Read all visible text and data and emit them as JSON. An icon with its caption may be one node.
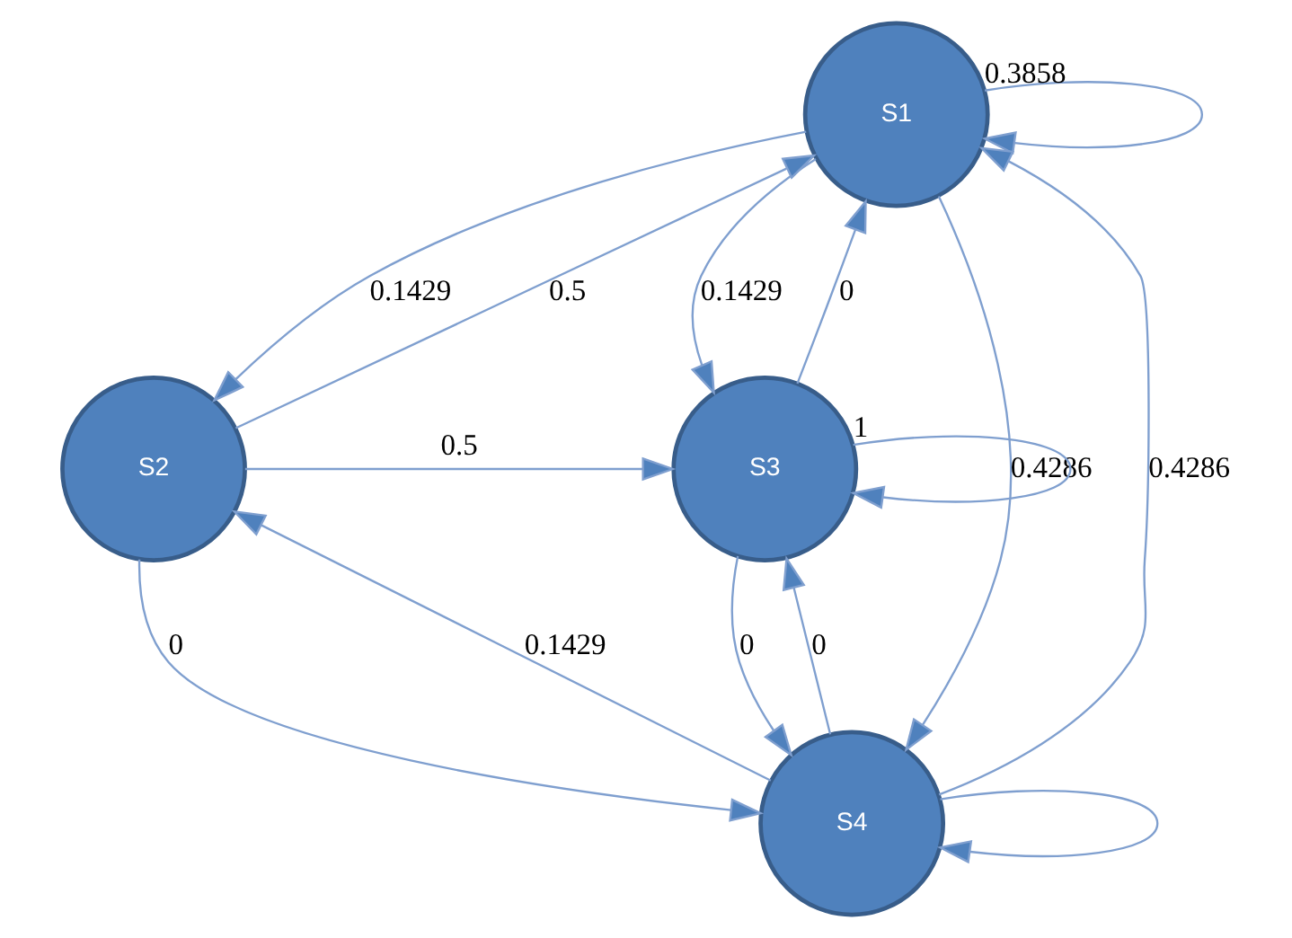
{
  "diagram": {
    "nodes": [
      {
        "text": [
          "S1"
        ]
      },
      {
        "text": [
          "S2"
        ]
      },
      {
        "text": [
          "S3"
        ]
      },
      {
        "text": [
          "S4"
        ]
      }
    ],
    "edges": [
      {
        "from": 0,
        "to": 0,
        "arrow": "to",
        "label": "0.3858"
      },
      {
        "from": 1,
        "to": 0,
        "arrow": "to",
        "label": "0.5"
      },
      {
        "from": 0,
        "to": 2,
        "arrow": "to",
        "label": "0.1429"
      },
      {
        "from": 0,
        "to": 1,
        "arrow": "to",
        "label": "0.1429"
      },
      {
        "from": 0,
        "to": 3,
        "arrow": "to",
        "label": "0.4286"
      },
      {
        "from": 2,
        "to": 0,
        "arrow": "to",
        "label": "0"
      },
      {
        "from": 2,
        "to": 2,
        "arrow": "to",
        "label": "1"
      },
      {
        "from": 1,
        "to": 2,
        "arrow": "to",
        "label": "0.5"
      },
      {
        "from": 3,
        "to": 0,
        "arrow": "to",
        "label": "0.4286"
      },
      {
        "from": 1,
        "to": 3,
        "arrow": "to",
        "label": "0"
      },
      {
        "from": 3,
        "to": 2,
        "arrow": "to",
        "label": "0"
      },
      {
        "from": 3,
        "to": 1,
        "arrow": "to",
        "label": "0.1429"
      },
      {
        "from": 2,
        "to": 3,
        "arrow": "to",
        "label": "0"
      },
      {
        "from": 3,
        "to": 3,
        "arrow": "to"
      }
    ]
  }
}
